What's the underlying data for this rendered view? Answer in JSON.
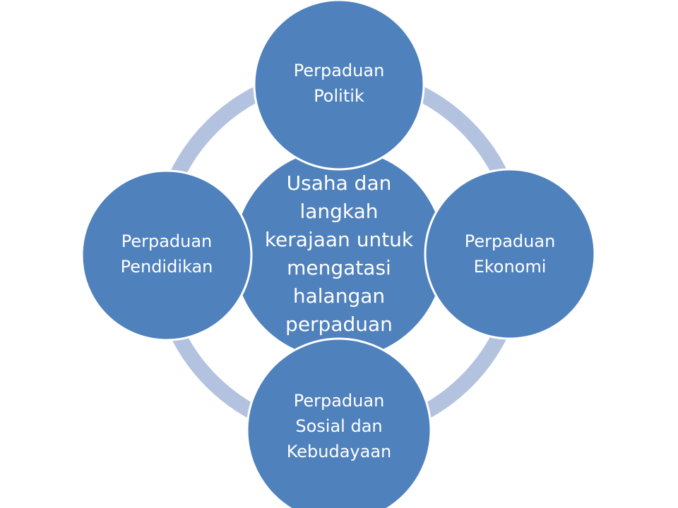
{
  "colors": {
    "node_fill": "#4f81bd",
    "node_stroke": "#ffffff",
    "ring": "#b3c3df",
    "text": "#ffffff"
  },
  "center": {
    "label": "Usaha dan\nlangkah\nkerajaan untuk\nmengatasi\nhalangan\nperpaduan"
  },
  "nodes": [
    {
      "id": "top",
      "label": "Perpaduan\nPolitik"
    },
    {
      "id": "right",
      "label": "Perpaduan\nEkonomi"
    },
    {
      "id": "bottom",
      "label": "Perpaduan\nSosial dan\nKebudayaan"
    },
    {
      "id": "left",
      "label": "Perpaduan\nPendidikan"
    }
  ]
}
